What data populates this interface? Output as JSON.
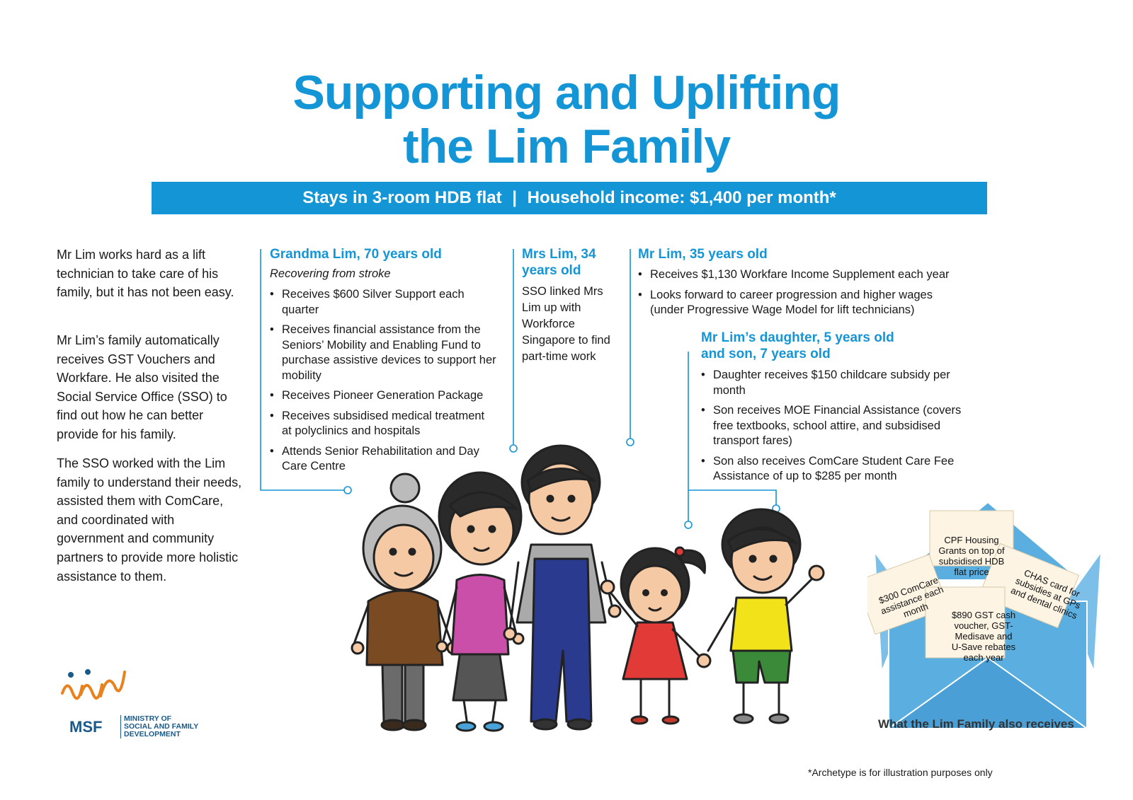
{
  "title": {
    "line1": "Supporting and Uplifting",
    "line2": "the Lim Family"
  },
  "banner": {
    "part1": "Stays in 3-room HDB flat",
    "separator": "|",
    "part2": "Household income: $1,400 per month*"
  },
  "intro": {
    "p1": "Mr Lim works hard as a lift technician to take care of his family, but it has not been easy.",
    "p2": "Mr Lim’s family automatically receives GST Vouchers and Workfare. He also visited the Social Service Office (SSO) to find out how he can better provide for his family.",
    "p3": "The SSO worked with the Lim family to understand their needs, assisted them with ComCare, and coordinated with government and community partners to provide more holistic assistance to them."
  },
  "grandma": {
    "title": "Grandma Lim, 70 years old",
    "subtitle": "Recovering from stroke",
    "items": [
      "Receives $600 Silver Support each quarter",
      "Receives financial assistance from the Seniors’ Mobility and Enabling Fund to purchase assistive devices to support her mobility",
      "Receives Pioneer Generation Package",
      "Receives subsidised medical treatment at polyclinics and hospitals",
      "Attends Senior Rehabilitation and Day Care Centre"
    ]
  },
  "mrs_lim": {
    "title": "Mrs Lim, 34 years old",
    "text": "SSO linked Mrs Lim up with Workforce Singapore to find part-time work"
  },
  "mr_lim": {
    "title": "Mr Lim, 35 years old",
    "items": [
      "Receives $1,130 Workfare Income Supplement each year",
      "Looks forward to career progression and higher wages (under Progressive Wage Model for lift technicians)"
    ]
  },
  "children": {
    "title": "Mr Lim’s daughter, 5 years old and son, 7 years old",
    "items": [
      "Daughter receives $150 childcare subsidy per month",
      "Son receives MOE Financial Assistance (covers free textbooks, school attire, and subsidised transport fares)",
      "Son also receives ComCare Student Care Fee Assistance of up to $285 per month"
    ]
  },
  "envelope": {
    "card_top": "CPF Housing Grants on top of subsidised HDB flat price",
    "card_left": "$300 ComCare assistance each month",
    "card_right": "CHAS card for subsidies at GPs and dental clinics",
    "card_center": "$890 GST cash voucher, GST-Medisave and U-Save rebates each year",
    "caption": "What the Lim Family also receives"
  },
  "logo": {
    "abbr": "MSF",
    "line1": "MINISTRY OF",
    "line2": "SOCIAL AND FAMILY",
    "line3": "DEVELOPMENT"
  },
  "footnote": "*Archetype is for illustration purposes only",
  "colors": {
    "accent": "#1495d6",
    "logo_orange": "#e8821e",
    "logo_blue": "#1a5a8a",
    "envelope_blue": "#5aaee0"
  }
}
